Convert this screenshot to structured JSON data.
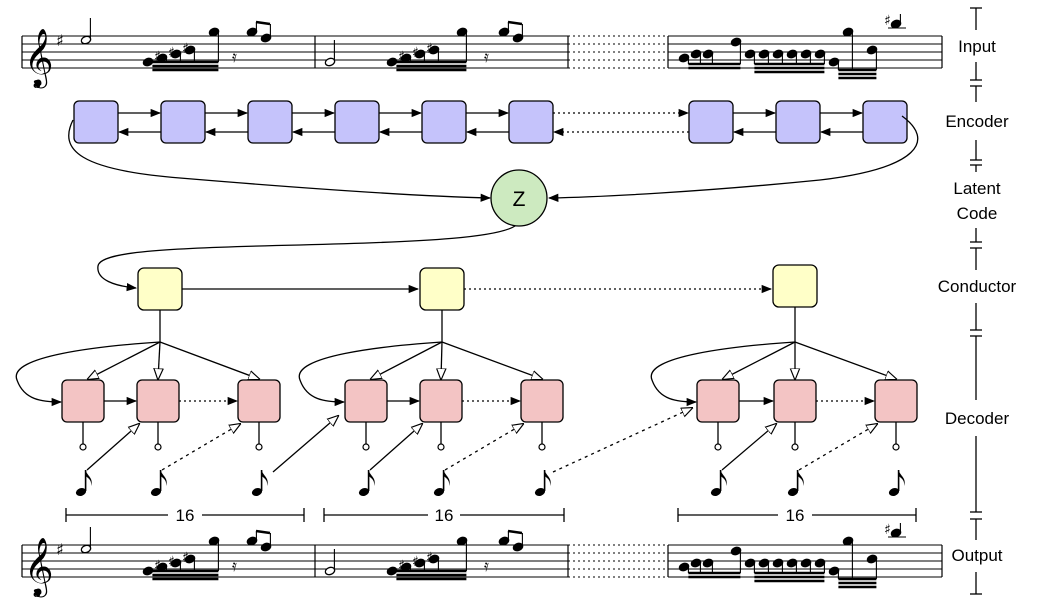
{
  "sections": {
    "input": "Input",
    "encoder": "Encoder",
    "latent_line1": "Latent",
    "latent_line2": "Code",
    "conductor": "Conductor",
    "decoder": "Decoder",
    "output": "Output"
  },
  "latent_node": {
    "label": "Z"
  },
  "measure_labels": [
    "16",
    "16",
    "16"
  ],
  "clef_octave": "8",
  "colors": {
    "encoder": "#c5c3fb",
    "latent": "#cdeac0",
    "conductor": "#ffffc8",
    "decoder": "#f3c4c4",
    "stroke": "#000000"
  },
  "icons": {
    "clef": "treble-clef-8vb-icon",
    "note": "eighth-note-icon",
    "sharp": "sharp-icon"
  }
}
